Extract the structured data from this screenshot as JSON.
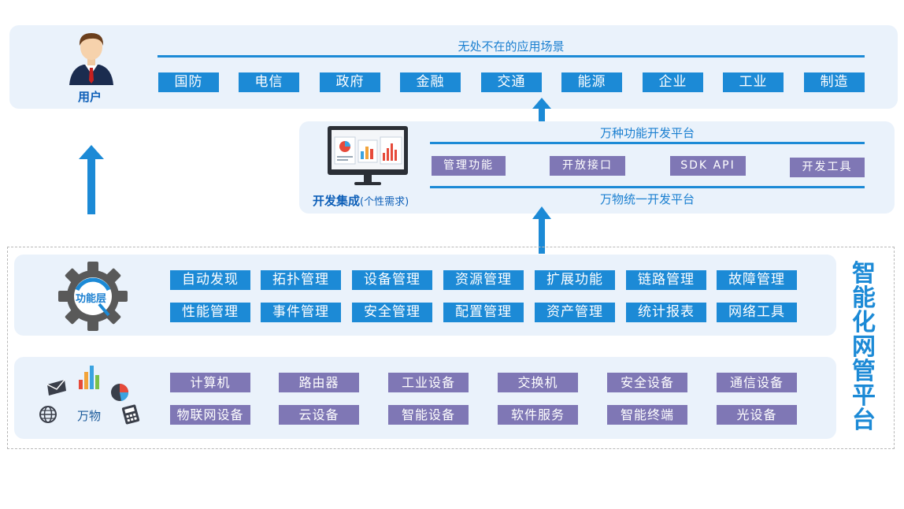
{
  "user": {
    "label": "用户",
    "scenes_title": "无处不在的应用场景",
    "scenes": [
      "国防",
      "电信",
      "政府",
      "金融",
      "交通",
      "能源",
      "企业",
      "工业",
      "制造"
    ]
  },
  "dev": {
    "label": "开发集成",
    "label_sub": "(个性需求)",
    "top_title": "万种功能开发平台",
    "bottom_title": "万物统一开发平台",
    "items": [
      "管理功能",
      "开放接口",
      "SDK API",
      "开发工具"
    ]
  },
  "function_layer": {
    "label": "功能层",
    "row1": [
      "自动发现",
      "拓扑管理",
      "设备管理",
      "资源管理",
      "扩展功能",
      "链路管理",
      "故障管理"
    ],
    "row2": [
      "性能管理",
      "事件管理",
      "安全管理",
      "配置管理",
      "资产管理",
      "统计报表",
      "网络工具"
    ]
  },
  "things": {
    "label": "万物",
    "row1": [
      "计算机",
      "路由器",
      "工业设备",
      "交换机",
      "安全设备",
      "通信设备"
    ],
    "row2": [
      "物联网设备",
      "云设备",
      "智能设备",
      "软件服务",
      "智能终端",
      "光设备"
    ]
  },
  "platform_label": "智能化网管平台",
  "colors": {
    "blue": "#1c8ad6",
    "purple": "#7f77b5",
    "panel": "#eaf2fb",
    "gear": "#595959"
  }
}
